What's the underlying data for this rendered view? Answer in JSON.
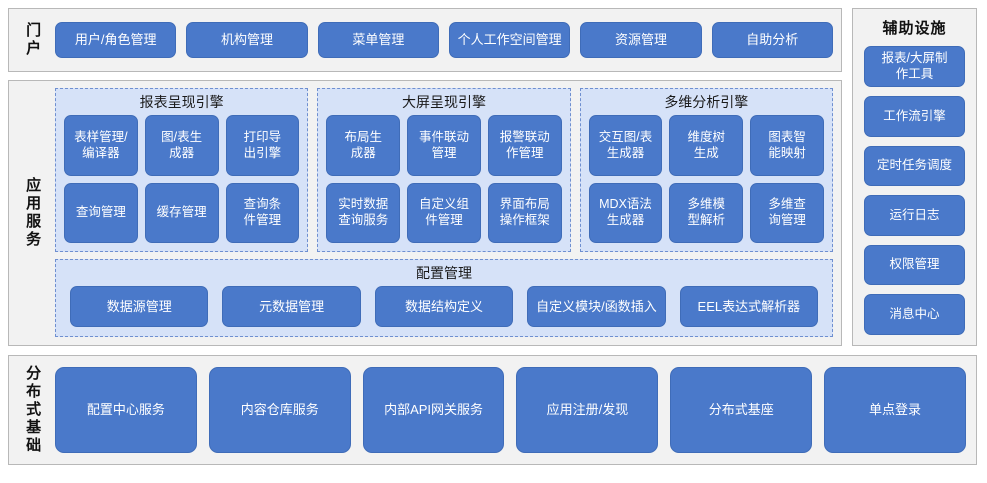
{
  "portal": {
    "label": "门户",
    "items": [
      {
        "label": "用户/角色管理"
      },
      {
        "label": "机构管理"
      },
      {
        "label": "菜单管理"
      },
      {
        "label": "个人工作空间管理"
      },
      {
        "label": "资源管理"
      },
      {
        "label": "自助分析"
      }
    ]
  },
  "app_services": {
    "label": "应用服务",
    "engines": [
      {
        "title": "报表呈现引擎",
        "items": [
          {
            "label": "表样管理/\n编译器"
          },
          {
            "label": "图/表生\n成器"
          },
          {
            "label": "打印导\n出引擎"
          },
          {
            "label": "查询管理"
          },
          {
            "label": "缓存管理"
          },
          {
            "label": "查询条\n件管理"
          }
        ]
      },
      {
        "title": "大屏呈现引擎",
        "items": [
          {
            "label": "布局生\n成器"
          },
          {
            "label": "事件联动\n管理"
          },
          {
            "label": "报警联动\n作管理"
          },
          {
            "label": "实时数据\n查询服务"
          },
          {
            "label": "自定义组\n件管理"
          },
          {
            "label": "界面布局\n操作框架"
          }
        ]
      },
      {
        "title": "多维分析引擎",
        "items": [
          {
            "label": "交互图/表\n生成器"
          },
          {
            "label": "维度树\n生成"
          },
          {
            "label": "图表智\n能映射"
          },
          {
            "label": "MDX语法\n生成器"
          },
          {
            "label": "多维模\n型解析"
          },
          {
            "label": "多维查\n询管理"
          }
        ]
      }
    ],
    "config": {
      "title": "配置管理",
      "items": [
        {
          "label": "数据源管理"
        },
        {
          "label": "元数据管理"
        },
        {
          "label": "数据结构定义"
        },
        {
          "label": "自定义模块/函数插入"
        },
        {
          "label": "EEL表达式解析器"
        }
      ]
    }
  },
  "aux": {
    "title": "辅助设施",
    "items": [
      {
        "label": "报表/大屏制\n作工具"
      },
      {
        "label": "工作流引擎"
      },
      {
        "label": "定时任务调度"
      },
      {
        "label": "运行日志"
      },
      {
        "label": "权限管理"
      },
      {
        "label": "消息中心"
      }
    ]
  },
  "base": {
    "label": "分布式基础",
    "items": [
      {
        "label": "配置中心服务"
      },
      {
        "label": "内容仓库服务"
      },
      {
        "label": "内部API网关服务"
      },
      {
        "label": "应用注册/发现"
      },
      {
        "label": "分布式基座"
      },
      {
        "label": "单点登录"
      }
    ]
  },
  "colors": {
    "button_blue": "#4a79ca",
    "panel_blue": "#d6e2f8",
    "section_gray": "#f2f2f2",
    "border_gray": "#b8b8b8",
    "dashed_blue": "#6f8fd0"
  }
}
